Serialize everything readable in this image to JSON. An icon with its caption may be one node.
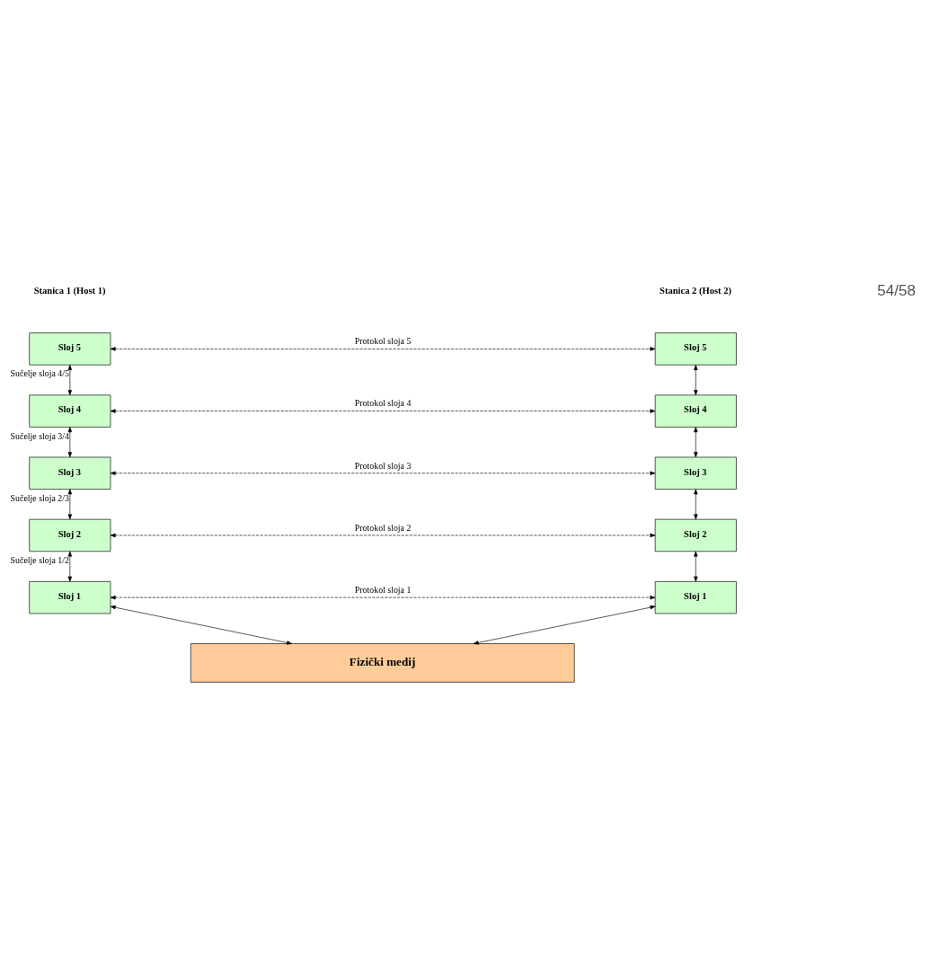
{
  "diagram": {
    "nodes": [
      {
        "text": [
          "Sloj 5"
        ]
      },
      {
        "text": [
          "Sloj 5"
        ]
      },
      {
        "text": [
          "Sloj 4"
        ]
      },
      {
        "text": [
          "Sloj 4"
        ]
      },
      {
        "text": [
          "Sloj 3"
        ]
      },
      {
        "text": [
          "Sloj 3"
        ]
      },
      {
        "text": [
          "Sloj 2"
        ]
      },
      {
        "text": [
          "Sloj 2"
        ]
      },
      {
        "text": [
          "Sloj 1"
        ]
      },
      {
        "text": [
          "Sloj 1"
        ]
      },
      {
        "text": [
          "Fizički medij"
        ]
      }
    ],
    "edges": [
      {
        "from": 0,
        "to": 1,
        "arrow": "both",
        "style": "dashed",
        "label": "Protokol sloja 5"
      },
      {
        "from": 0,
        "to": 2,
        "arrow": "both",
        "label": "Sučelje sloja 4/5"
      },
      {
        "from": 1,
        "to": 3,
        "arrow": "both"
      },
      {
        "from": 2,
        "to": 3,
        "arrow": "both",
        "style": "dashed",
        "label": "Protokol sloja 4"
      },
      {
        "from": 2,
        "to": 4,
        "arrow": "both",
        "label": "Sučelje sloja 3/4"
      },
      {
        "from": 3,
        "to": 5,
        "arrow": "both"
      },
      {
        "from": 4,
        "to": 5,
        "arrow": "both",
        "style": "dashed",
        "label": "Protokol sloja 3"
      },
      {
        "from": 4,
        "to": 6,
        "arrow": "both",
        "label": "Sučelje sloja 2/3"
      },
      {
        "from": 5,
        "to": 7,
        "arrow": "both"
      },
      {
        "from": 6,
        "to": 7,
        "arrow": "both",
        "style": "dashed",
        "label": "Protokol sloja 2"
      },
      {
        "from": 6,
        "to": 8,
        "arrow": "both",
        "label": "Sučelje sloja 1/2"
      },
      {
        "from": 7,
        "to": 9,
        "arrow": "both"
      },
      {
        "from": 8,
        "to": 9,
        "arrow": "both",
        "style": "dashed",
        "label": "Protokol sloja 1"
      },
      {
        "from": 8,
        "to": 10,
        "arrow": "both"
      },
      {
        "from": 9,
        "to": 10,
        "arrow": "both"
      }
    ],
    "labels": [
      "Stanica 1 (Host 1)",
      "Stanica 2 (Host 2)",
      "54/58"
    ]
  }
}
